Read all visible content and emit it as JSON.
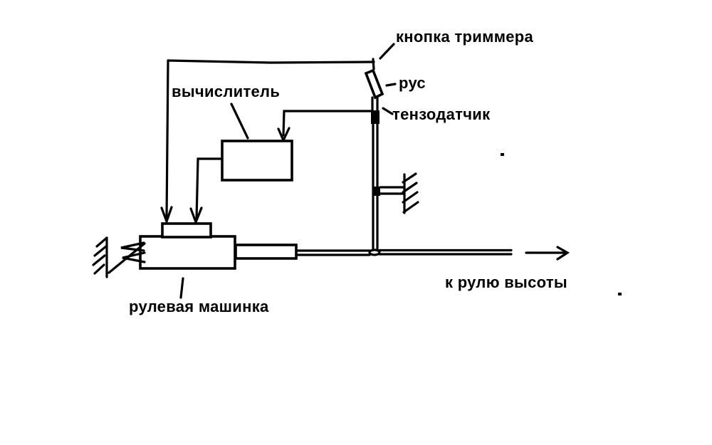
{
  "colors": {
    "ink": "#000000",
    "background": "#ffffff"
  },
  "labels": {
    "trimmer_button": "кнопка триммера",
    "control_stick": "рус",
    "strain_gauge": "тензодатчик",
    "computer": "вычислитель",
    "steering_servo": "рулевая машинка",
    "to_elevator": "к рулю высоты"
  }
}
